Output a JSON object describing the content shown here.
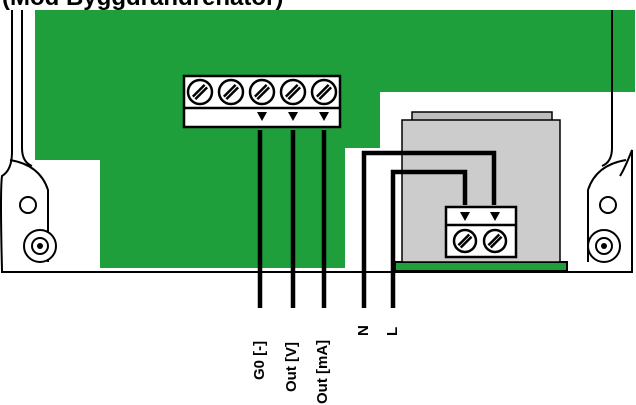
{
  "header": {
    "title": "(Mod Byggdrandrenator)"
  },
  "wire_labels": [
    "G0 [-]",
    "Out [V]",
    "Out [mA]",
    "N",
    "L"
  ],
  "terminal_blocks": {
    "signal": {
      "screw_count": 5,
      "arrow_count": 3
    },
    "power": {
      "screw_count": 2,
      "arrow_count": 2
    }
  },
  "colors": {
    "pcb": "#1e9f3c",
    "housing": "#ffffff",
    "outline": "#000000",
    "transformer": "#cccccc",
    "wire": "#000000"
  }
}
